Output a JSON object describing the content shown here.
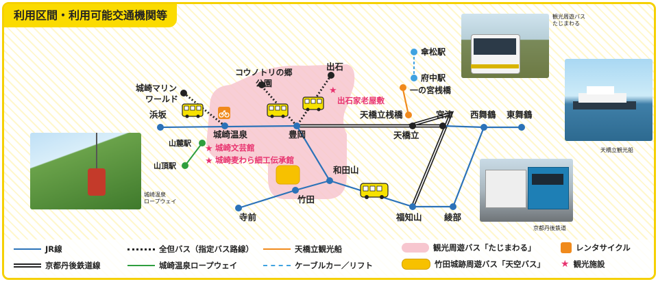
{
  "title": "利用区間・利用可能交通機関等",
  "stations": {
    "hamasaka": "浜坂",
    "kinosaki_onsen": "城崎温泉",
    "toyooka": "豊岡",
    "amanohashidate": "天橋立",
    "amanohashidate_sanbashi": "天橋立桟橋",
    "miyazu": "宮津",
    "nishimaizuru": "西舞鶴",
    "higashimaizuru": "東舞鶴",
    "wadayama": "和田山",
    "takeda": "竹田",
    "teramae": "寺前",
    "fukuchiyama": "福知山",
    "ayabe": "綾部",
    "kasamatsu": "傘松駅",
    "fuchu": "府中駅",
    "ichinomiya": "一の宮桟橋",
    "sanroku": "山麓駅",
    "sancho": "山頂駅",
    "marine_world": "城崎マリン\nワールド",
    "kounotori": "コウノトリの郷\n公園",
    "izushi": "出石"
  },
  "spots": {
    "izushi_karoyashiki": "出石家老屋敷",
    "kinosaki_bungeikan": "城崎文芸館",
    "mugiwara": "城崎麦わら細工伝承館"
  },
  "photo_captions": {
    "bus": "観光周遊バス\nたじまわる",
    "ship": "天橋立観光船",
    "ropeway": "城崎温泉\nロープウェイ",
    "train": "京都丹後鉄道"
  },
  "legend": {
    "jr": "JR線",
    "tango": "京都丹後鉄道線",
    "zentan_bus": "全但バス（指定バス路線）",
    "ropeway": "城崎温泉ロープウェイ",
    "kankosen": "天橋立観光船",
    "cable": "ケーブルカー／リフト",
    "tajimawaru": "観光周遊バス「たじまわる」",
    "tenku_bus": "竹田城跡周遊バス「天空バス」",
    "rental_cycle": "レンタサイクル",
    "kanko_shisetsu": "観光施設"
  },
  "colors": {
    "jr": "#2b72b8",
    "tango": "#222222",
    "ropeway": "#2e9e3e",
    "ship": "#f08a1c",
    "cable": "#3fa2e0",
    "tajimawaru": "#f7c6cf",
    "tenku": "#f7c100",
    "star": "#e8336f",
    "cycle": "#f08a1c",
    "frame": "#f5d000"
  }
}
